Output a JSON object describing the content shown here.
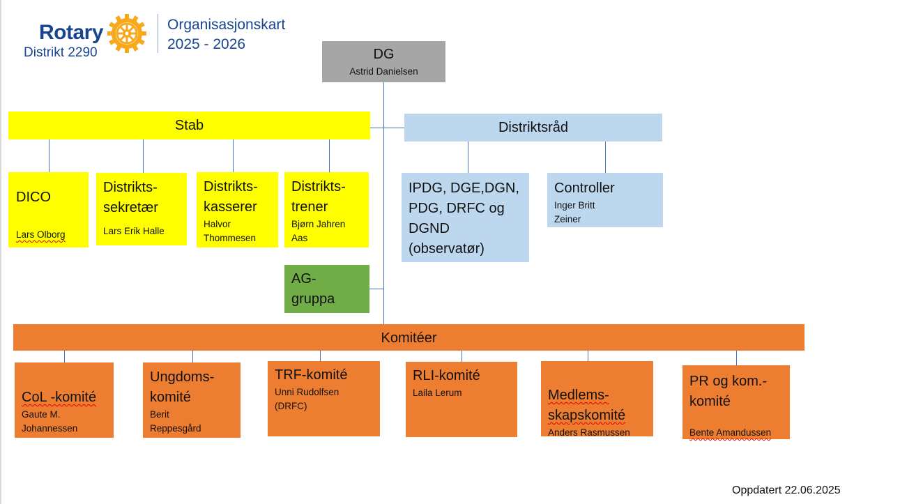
{
  "logo": {
    "brand": "Rotary",
    "district": "Distrikt 2290",
    "title": "Organisasjonskart",
    "years": "2025 - 2026"
  },
  "dg": {
    "title": "DG",
    "name": "Astrid Danielsen"
  },
  "stab": {
    "label": "Stab",
    "members": [
      {
        "title": "DICO",
        "name": "Lars Olborg"
      },
      {
        "title": "Distrikts-\nsekretær",
        "name": "Lars Erik Halle"
      },
      {
        "title": "Distrikts-\nkasserer",
        "name": "Halvor\nThommesen"
      },
      {
        "title": "Distrikts-\ntrener",
        "name": "Bjørn Jahren\nAas"
      }
    ]
  },
  "ag": {
    "label": "AG-\ngruppa"
  },
  "distriktsrad": {
    "label": "Distriktsråd",
    "members": [
      {
        "title": "IPDG, DGE,DGN,\nPDG, DRFC og\nDGND\n(observatør)",
        "name": ""
      },
      {
        "title": "Controller",
        "name": "Inger Britt\nZeiner"
      }
    ]
  },
  "komiteer": {
    "label": "Komitéer",
    "items": [
      {
        "title": "CoL -komité",
        "name": "Gaute M.\nJohannessen"
      },
      {
        "title": "Ungdoms-\nkomité",
        "name": "Berit\nReppesgård"
      },
      {
        "title": "TRF-komité",
        "name": "Unni Rudolfsen\n(DRFC)"
      },
      {
        "title": "RLI-komité",
        "name": "Laila Lerum"
      },
      {
        "title": "Medlems-\nskapskomité",
        "name": "Anders Rasmussen"
      },
      {
        "title": "PR og kom.-\nkomité",
        "name": "Bente Amandussen"
      }
    ]
  },
  "footer": {
    "updated": "Oppdatert 22.06.2025"
  },
  "colors": {
    "dg": "#a6a6a6",
    "stab": "#ffff00",
    "distriktsrad": "#bdd7ee",
    "ag": "#70ad47",
    "komiteer": "#ed7d31",
    "connector": "#4472c4",
    "brand": "#17458f",
    "wheel": "#f7a81b"
  }
}
